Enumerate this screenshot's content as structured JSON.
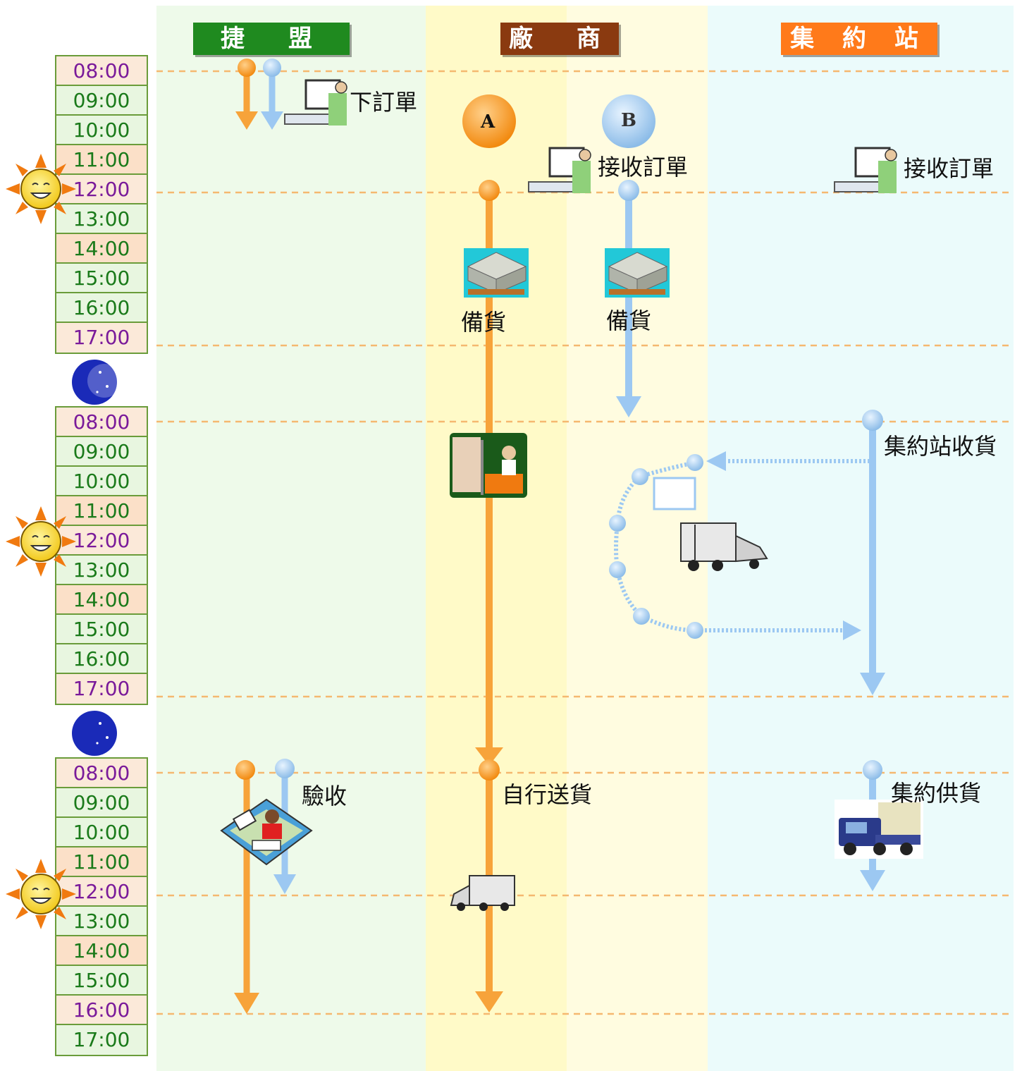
{
  "headers": {
    "left": "捷　盟",
    "middle": "廠　商",
    "right": "集 約 站"
  },
  "time_slots": [
    "08:00",
    "09:00",
    "10:00",
    "11:00",
    "12:00",
    "13:00",
    "14:00",
    "15:00",
    "16:00",
    "17:00"
  ],
  "track_labels": {
    "a": "A",
    "b": "B"
  },
  "labels": {
    "place_order": "下訂單",
    "receive_order_vendor": "接收訂單",
    "receive_order_station": "接收訂單",
    "prepare_a": "備貨",
    "prepare_b": "備貨",
    "station_receive": "集約站收貨",
    "inspect": "驗收",
    "self_deliver": "自行送貨",
    "station_supply": "集約供貨"
  },
  "colors": {
    "left_band": "#eefaea",
    "middle_band": "#fffac8",
    "middle_band_light": "#fffce0",
    "right_band": "#ebfbfb",
    "left_header": "#1f8a1f",
    "middle_header": "#8a3a10",
    "right_header": "#ff7a1a",
    "orange_track": "#f7a33a",
    "blue_track": "#9cc8f2",
    "dashed_line": "#f5b870"
  }
}
